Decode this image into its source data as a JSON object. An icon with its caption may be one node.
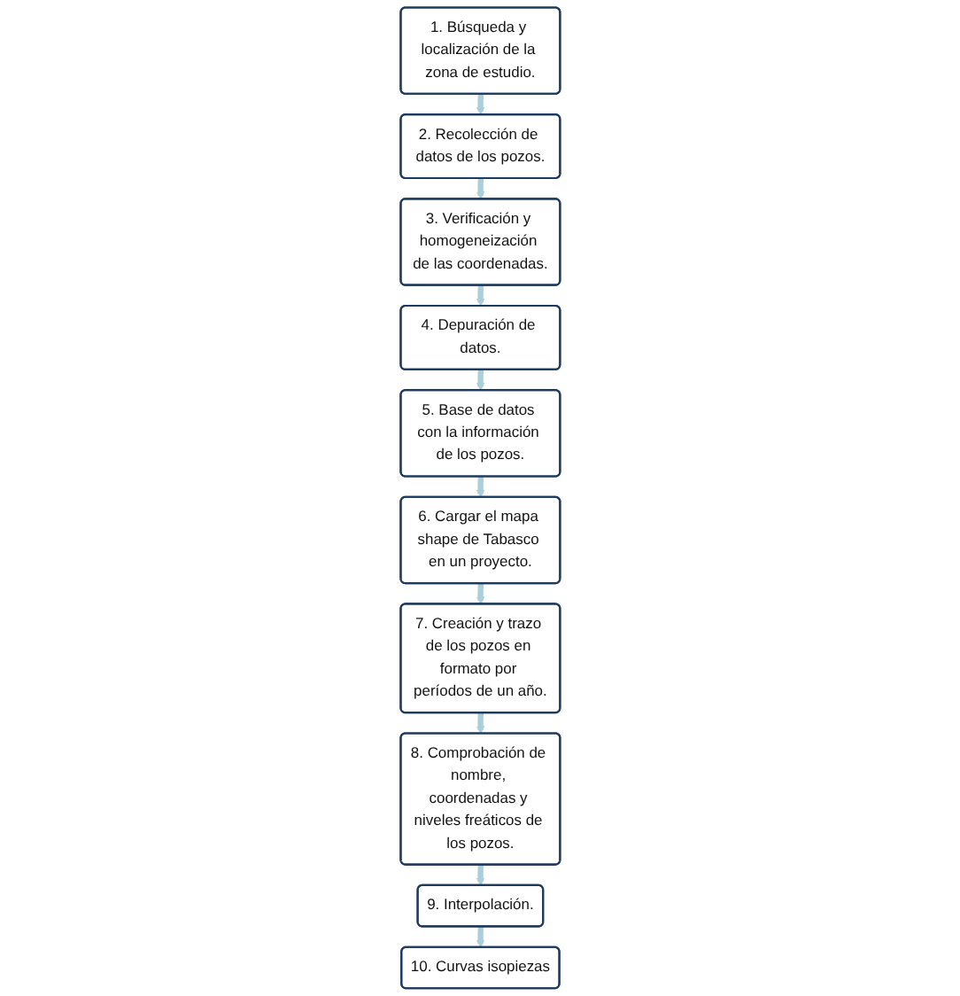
{
  "diagram": {
    "nodes": [
      {
        "text": [
          "1. Búsqueda y localización de la zona de estudio."
        ]
      },
      {
        "text": [
          "2. Recolección de datos de los pozos."
        ]
      },
      {
        "text": [
          "3. Verificación y homogeneización de las coordenadas."
        ]
      },
      {
        "text": [
          "4. Depuración de datos."
        ]
      },
      {
        "text": [
          "5. Base de datos con la información de los pozos."
        ]
      },
      {
        "text": [
          "6. Cargar el mapa shape de Tabasco en un proyecto."
        ]
      },
      {
        "text": [
          "7. Creación y trazo de los pozos en formato por períodos de un año."
        ]
      },
      {
        "text": [
          "8. Comprobación de nombre, coordenadas y niveles freáticos de los pozos."
        ]
      },
      {
        "text": [
          "9. Interpolación."
        ]
      },
      {
        "text": [
          "10. Curvas isopiezas"
        ]
      }
    ],
    "edges": [
      {
        "from": 0,
        "to": 1,
        "arrow": "to"
      },
      {
        "from": 1,
        "to": 2,
        "arrow": "to"
      },
      {
        "from": 2,
        "to": 3,
        "arrow": "to"
      },
      {
        "from": 3,
        "to": 4,
        "arrow": "to"
      },
      {
        "from": 4,
        "to": 5,
        "arrow": "to"
      },
      {
        "from": 5,
        "to": 6,
        "arrow": "to"
      },
      {
        "from": 6,
        "to": 7,
        "arrow": "to"
      },
      {
        "from": 7,
        "to": 8,
        "arrow": "to"
      },
      {
        "from": 8,
        "to": 9,
        "arrow": "to"
      }
    ]
  }
}
